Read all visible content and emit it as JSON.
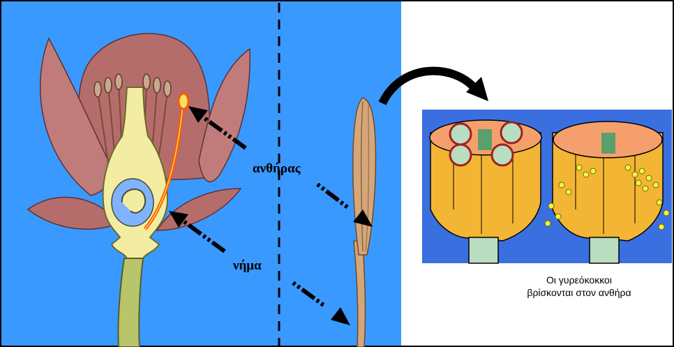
{
  "labels": {
    "anther": "ανθήρας",
    "filament": "νήμα"
  },
  "caption": {
    "line1": "Οι γυρεόκοκκοι",
    "line2": "βρίσκονται στον ανθήρα"
  },
  "colors": {
    "panel_blue": "#3a99ff",
    "inset_blue": "#3a6fe0",
    "petal": "#b56d6c",
    "pistil": "#f3eda4",
    "stamen_highlight": "#ff5a00",
    "anther_tan": "#d4a679",
    "anther_section_outer": "#f3b534",
    "pollen": "#f6f43a"
  }
}
